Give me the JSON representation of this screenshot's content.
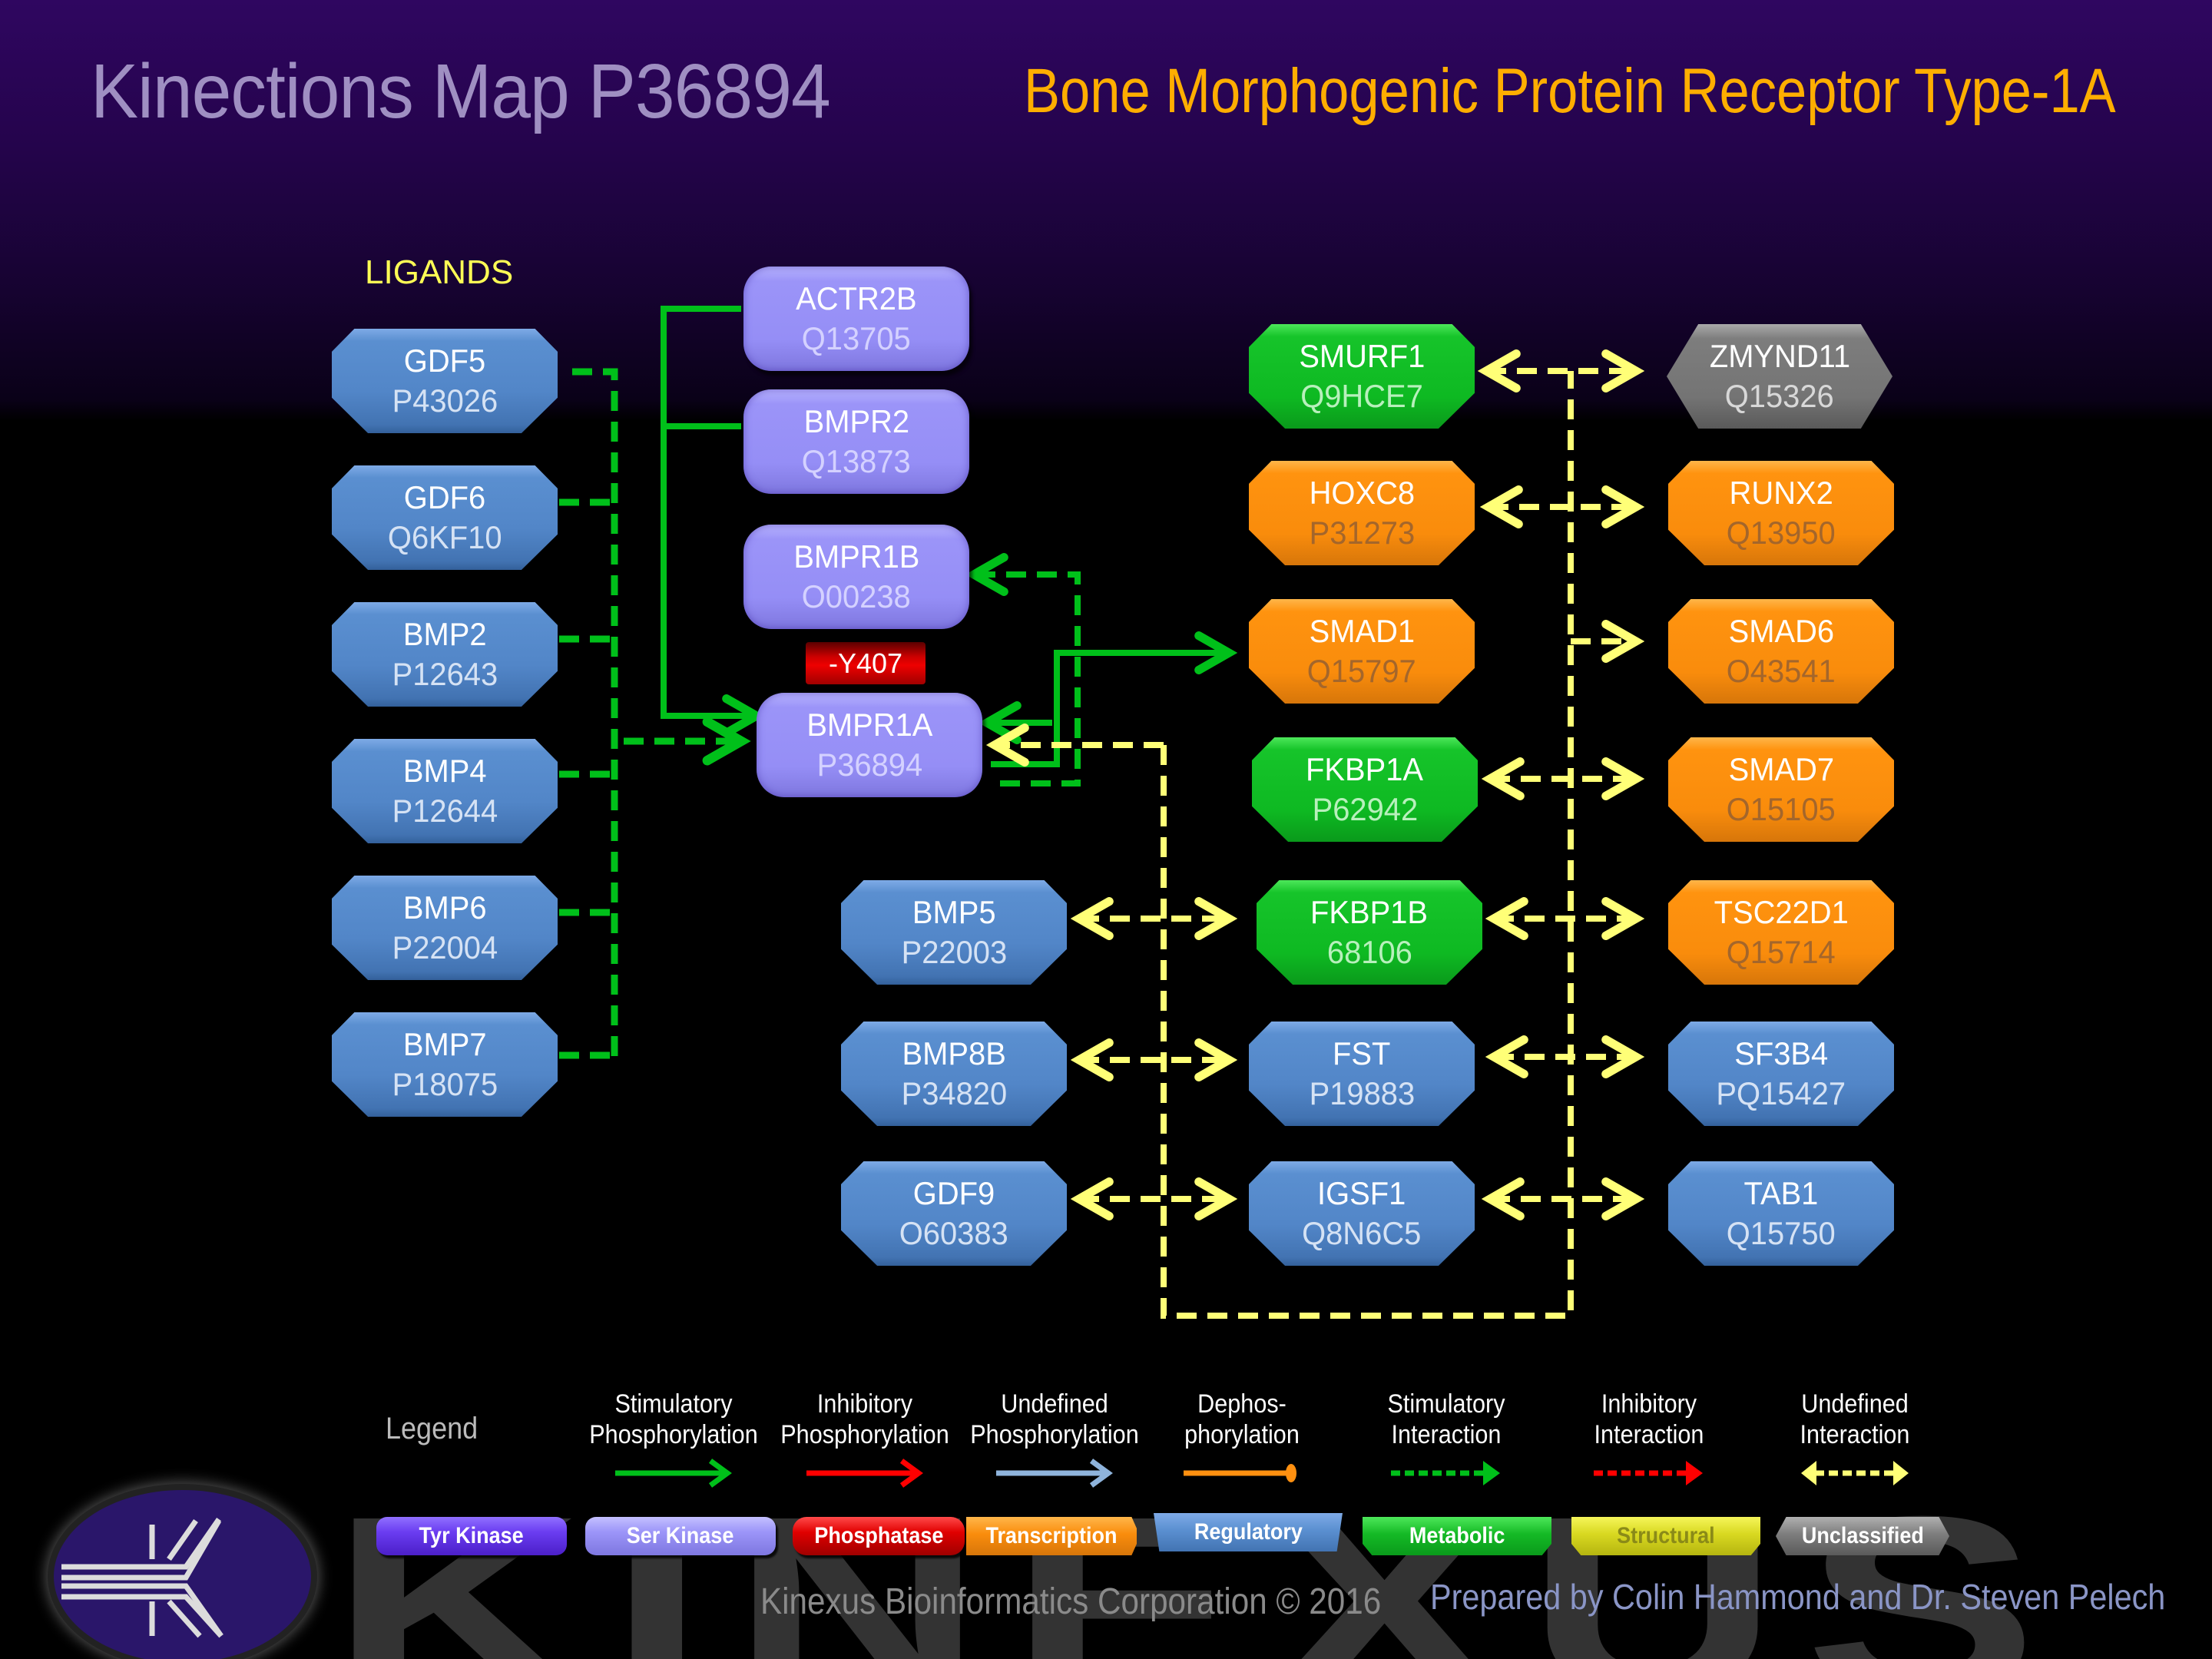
{
  "header": {
    "title": "Kinections Map P36894",
    "protein_name": "Bone Morphogenic Protein Receptor Type-1A"
  },
  "colors": {
    "stimulatory": "#00c01a",
    "undefined_interaction": "#ffff77",
    "regulatory": "#5286c8",
    "ser_kinase": "#958ef6",
    "transcription": "#f98c0c",
    "metabolic": "#0eb922",
    "unclassified": "#747474",
    "title": "#9f8fc2",
    "subtitle": "#ffae00"
  },
  "sections": {
    "ligands_label": "LIGANDS"
  },
  "phosphosite": {
    "label": "-Y407"
  },
  "nodes": {
    "gdf5": {
      "name": "GDF5",
      "accession": "P43026",
      "category": "Regulatory"
    },
    "gdf6": {
      "name": "GDF6",
      "accession": "Q6KF10",
      "category": "Regulatory"
    },
    "bmp2": {
      "name": "BMP2",
      "accession": "P12643",
      "category": "Regulatory"
    },
    "bmp4": {
      "name": "BMP4",
      "accession": "P12644",
      "category": "Regulatory"
    },
    "bmp6": {
      "name": "BMP6",
      "accession": "P22004",
      "category": "Regulatory"
    },
    "bmp7": {
      "name": "BMP7",
      "accession": "P18075",
      "category": "Regulatory"
    },
    "actr2b": {
      "name": "ACTR2B",
      "accession": "Q13705",
      "category": "Ser Kinase"
    },
    "bmpr2": {
      "name": "BMPR2",
      "accession": "Q13873",
      "category": "Ser Kinase"
    },
    "bmpr1b": {
      "name": "BMPR1B",
      "accession": "O00238",
      "category": "Ser Kinase"
    },
    "bmpr1a": {
      "name": "BMPR1A",
      "accession": "P36894",
      "category": "Ser Kinase"
    },
    "smurf1": {
      "name": "SMURF1",
      "accession": "Q9HCE7",
      "category": "Metabolic"
    },
    "hoxc8": {
      "name": "HOXC8",
      "accession": "P31273",
      "category": "Transcription"
    },
    "smad1": {
      "name": "SMAD1",
      "accession": "Q15797",
      "category": "Transcription"
    },
    "fkbp1a": {
      "name": "FKBP1A",
      "accession": "P62942",
      "category": "Metabolic"
    },
    "fkbp1b": {
      "name": "FKBP1B",
      "accession": "68106",
      "category": "Metabolic"
    },
    "fst": {
      "name": "FST",
      "accession": "P19883",
      "category": "Regulatory"
    },
    "igsf1": {
      "name": "IGSF1",
      "accession": "Q8N6C5",
      "category": "Regulatory"
    },
    "bmp5": {
      "name": "BMP5",
      "accession": "P22003",
      "category": "Regulatory"
    },
    "bmp8b": {
      "name": "BMP8B",
      "accession": "P34820",
      "category": "Regulatory"
    },
    "gdf9": {
      "name": "GDF9",
      "accession": "O60383",
      "category": "Regulatory"
    },
    "zmynd11": {
      "name": "ZMYND11",
      "accession": "Q15326",
      "category": "Unclassified"
    },
    "runx2": {
      "name": "RUNX2",
      "accession": "Q13950",
      "category": "Transcription"
    },
    "smad6": {
      "name": "SMAD6",
      "accession": "O43541",
      "category": "Transcription"
    },
    "smad7": {
      "name": "SMAD7",
      "accession": "O15105",
      "category": "Transcription"
    },
    "tsc22d1": {
      "name": "TSC22D1",
      "accession": "Q15714",
      "category": "Transcription"
    },
    "sf3b4": {
      "name": "SF3B4",
      "accession": "PQ15427",
      "category": "Regulatory"
    },
    "tab1": {
      "name": "TAB1",
      "accession": "Q15750",
      "category": "Regulatory"
    }
  },
  "edges": [
    {
      "from": "GDF5",
      "to": "BMPR1A",
      "type": "Stimulatory Interaction"
    },
    {
      "from": "GDF6",
      "to": "BMPR1A",
      "type": "Stimulatory Interaction"
    },
    {
      "from": "BMP2",
      "to": "BMPR1A",
      "type": "Stimulatory Interaction"
    },
    {
      "from": "BMP4",
      "to": "BMPR1A",
      "type": "Stimulatory Interaction"
    },
    {
      "from": "BMP6",
      "to": "BMPR1A",
      "type": "Stimulatory Interaction"
    },
    {
      "from": "BMP7",
      "to": "BMPR1A",
      "type": "Stimulatory Interaction"
    },
    {
      "from": "ACTR2B",
      "to": "BMPR1A",
      "type": "Stimulatory Phosphorylation"
    },
    {
      "from": "BMPR2",
      "to": "BMPR1A",
      "type": "Stimulatory Phosphorylation"
    },
    {
      "from": "BMPR1A",
      "to": "BMPR1A",
      "type": "Stimulatory Phosphorylation"
    },
    {
      "from": "BMPR1A",
      "to": "SMAD1",
      "type": "Stimulatory Phosphorylation"
    },
    {
      "from": "BMPR1A",
      "to": "BMPR1B",
      "type": "Stimulatory Interaction"
    },
    {
      "from": "BMPR1A",
      "to": "SMURF1",
      "type": "Undefined Interaction"
    },
    {
      "from": "BMPR1A",
      "to": "ZMYND11",
      "type": "Undefined Interaction"
    },
    {
      "from": "BMPR1A",
      "to": "HOXC8",
      "type": "Undefined Interaction"
    },
    {
      "from": "BMPR1A",
      "to": "RUNX2",
      "type": "Undefined Interaction"
    },
    {
      "from": "BMPR1A",
      "to": "SMAD6",
      "type": "Undefined Interaction"
    },
    {
      "from": "BMPR1A",
      "to": "FKBP1A",
      "type": "Undefined Interaction"
    },
    {
      "from": "BMPR1A",
      "to": "SMAD7",
      "type": "Undefined Interaction"
    },
    {
      "from": "BMPR1A",
      "to": "FKBP1B",
      "type": "Undefined Interaction"
    },
    {
      "from": "BMPR1A",
      "to": "TSC22D1",
      "type": "Undefined Interaction"
    },
    {
      "from": "BMPR1A",
      "to": "FST",
      "type": "Undefined Interaction"
    },
    {
      "from": "BMPR1A",
      "to": "SF3B4",
      "type": "Undefined Interaction"
    },
    {
      "from": "BMPR1A",
      "to": "IGSF1",
      "type": "Undefined Interaction"
    },
    {
      "from": "BMPR1A",
      "to": "TAB1",
      "type": "Undefined Interaction"
    },
    {
      "from": "BMPR1A",
      "to": "BMP5",
      "type": "Undefined Interaction"
    },
    {
      "from": "BMPR1A",
      "to": "BMP8B",
      "type": "Undefined Interaction"
    },
    {
      "from": "BMPR1A",
      "to": "GDF9",
      "type": "Undefined Interaction"
    }
  ],
  "legend": {
    "title": "Legend",
    "edge_types": [
      {
        "line1": "Stimulatory",
        "line2": "Phosphorylation",
        "color": "#00c01a",
        "style": "solid-arrow"
      },
      {
        "line1": "Inhibitory",
        "line2": "Phosphorylation",
        "color": "#ff0000",
        "style": "solid-arrow"
      },
      {
        "line1": "Undefined",
        "line2": "Phosphorylation",
        "color": "#8fb4dc",
        "style": "solid-arrow"
      },
      {
        "line1": "Dephos-",
        "line2": "phorylation",
        "color": "#ff9010",
        "style": "solid-ball"
      },
      {
        "line1": "Stimulatory",
        "line2": "Interaction",
        "color": "#00c01a",
        "style": "dashed-arrow"
      },
      {
        "line1": "Inhibitory",
        "line2": "Interaction",
        "color": "#ff0000",
        "style": "dashed-arrow"
      },
      {
        "line1": "Undefined",
        "line2": "Interaction",
        "color": "#ffff77",
        "style": "dashed-double-arrow"
      }
    ],
    "categories": [
      {
        "label": "Tyr Kinase",
        "color": "#6a3cf0"
      },
      {
        "label": "Ser Kinase",
        "color": "#9b94f8"
      },
      {
        "label": "Phosphatase",
        "color": "#e00000"
      },
      {
        "label": "Transcription",
        "color": "#f98c0c"
      },
      {
        "label": "Regulatory",
        "color": "#5a8fd0"
      },
      {
        "label": "Metabolic",
        "color": "#14b925"
      },
      {
        "label": "Structural",
        "color": "#d8d820"
      },
      {
        "label": "Unclassified",
        "color": "#7d7d7d"
      }
    ]
  },
  "footer": {
    "watermark": "KINEXUS",
    "copyright": "Kinexus Bioinformatics Corporation © 2016",
    "credit": "Prepared by Colin Hammond and Dr. Steven Pelech"
  }
}
